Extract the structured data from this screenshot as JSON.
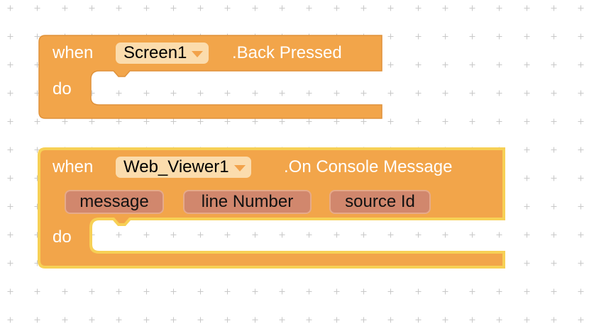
{
  "workspace": {
    "background": "#ffffff",
    "grid_color": "#c8c8c8",
    "block_color": "#f2a54a",
    "block_border_selected": "#f7d055",
    "dropdown_bg": "#fbdcad",
    "param_bg": "#d1876d"
  },
  "blocks": [
    {
      "keyword_when": "when",
      "component": "Screen1",
      "event": ".Back Pressed",
      "keyword_do": "do",
      "params": []
    },
    {
      "keyword_when": "when",
      "component": "Web_Viewer1",
      "event": ".On Console Message",
      "keyword_do": "do",
      "params": [
        "message",
        "line Number",
        "source Id"
      ]
    }
  ]
}
